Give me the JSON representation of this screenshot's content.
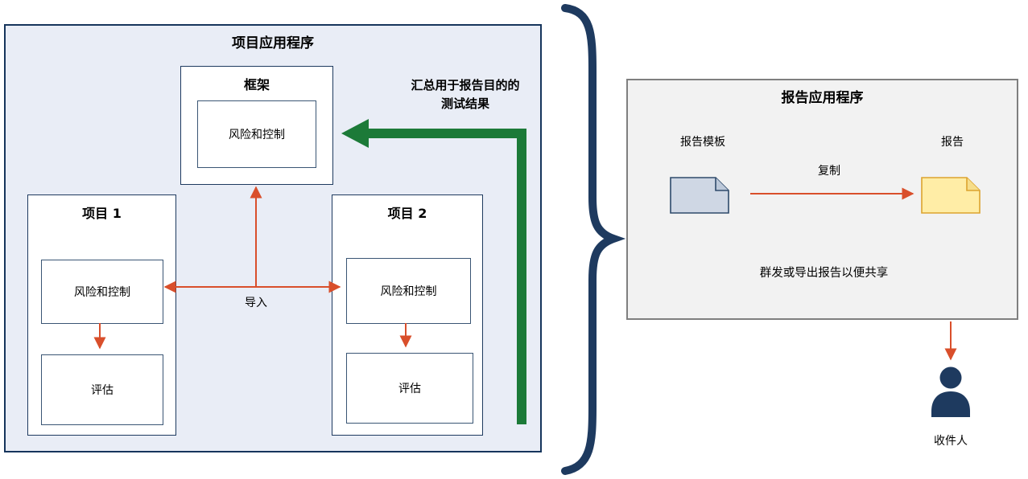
{
  "colors": {
    "navy": "#1e3a5f",
    "arrow_red": "#d94f2b",
    "arrow_green": "#1c7a38",
    "panel_blue_bg": "#e9edf6",
    "panel_gray_bg": "#f2f2f2",
    "doc_template_fill": "#cfd7e4",
    "doc_report_fill": "#ffeda6"
  },
  "project_app": {
    "title": "项目应用程序",
    "framework": {
      "title": "框架",
      "risk_control": "风险和控制"
    },
    "project1": {
      "title": "项目 1",
      "risk_control": "风险和控制",
      "assessment": "评估"
    },
    "project2": {
      "title": "项目 2",
      "risk_control": "风险和控制",
      "assessment": "评估"
    },
    "import_label": "导入"
  },
  "summary_arrow": {
    "label_line1": "汇总用于报告目的的",
    "label_line2": "测试结果"
  },
  "report_app": {
    "title": "报告应用程序",
    "template_label": "报告模板",
    "report_label": "报告",
    "copy_label": "复制",
    "share_text": "群发或导出报告以便共享",
    "recipient_label": "收件人"
  }
}
